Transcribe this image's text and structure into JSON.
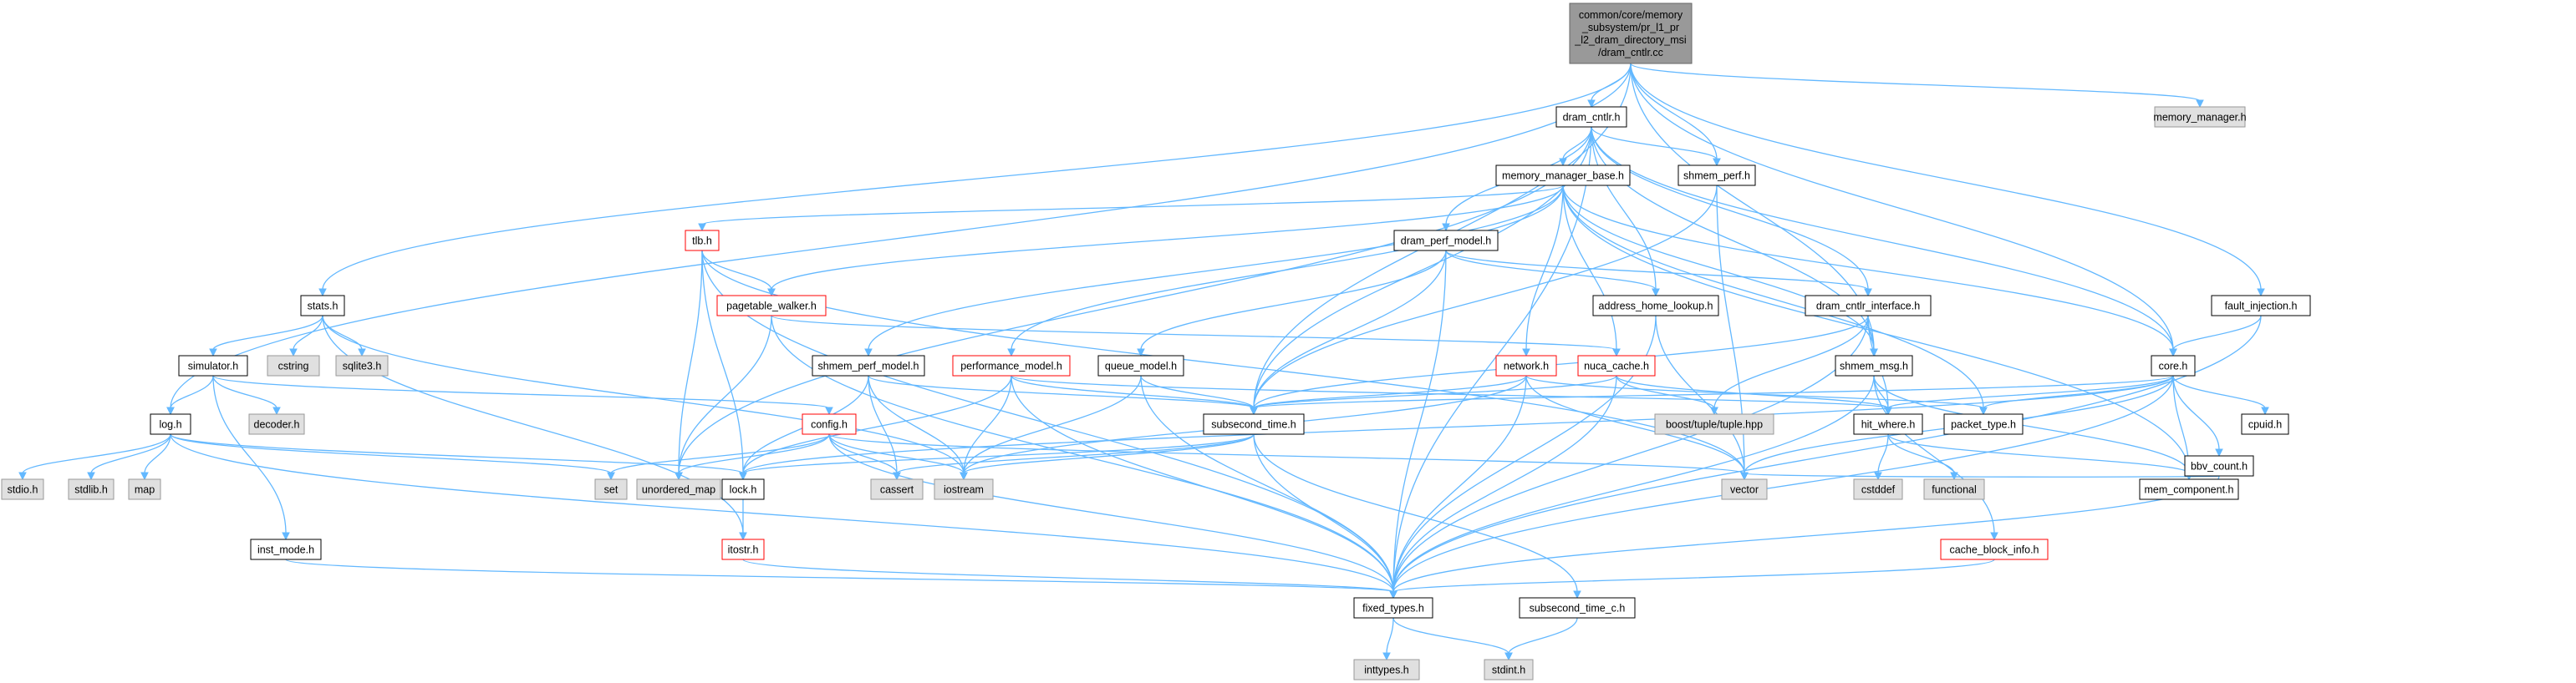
{
  "diagram": {
    "type": "include-dependency-graph",
    "root": "common/core/memory_subsystem/pr_l1_pr_l2_dram_directory_msi/dram_cntlr.cc",
    "colors": {
      "root_fill": "#999999",
      "node_fill": "#ffffff",
      "node_border": "#000000",
      "truncated_border": "#ff0000",
      "external_fill": "#e0e0e0",
      "external_border": "#999999",
      "edge": "#63b8ff"
    },
    "nodes": [
      {
        "id": "root",
        "lines": [
          "common/core/memory",
          "_subsystem/pr_l1_pr",
          "_l2_dram_directory_msi",
          "/dram_cntlr.cc"
        ],
        "kind": "root"
      },
      {
        "id": "dram_cntlr_h",
        "lines": [
          "dram_cntlr.h"
        ],
        "kind": "normal"
      },
      {
        "id": "memory_manager_h",
        "lines": [
          "memory_manager.h"
        ],
        "kind": "external"
      },
      {
        "id": "memory_manager_base_h",
        "lines": [
          "memory_manager_base.h"
        ],
        "kind": "normal"
      },
      {
        "id": "shmem_perf_h",
        "lines": [
          "shmem_perf.h"
        ],
        "kind": "normal"
      },
      {
        "id": "tlb_h",
        "lines": [
          "tlb.h"
        ],
        "kind": "truncated"
      },
      {
        "id": "dram_perf_model_h",
        "lines": [
          "dram_perf_model.h"
        ],
        "kind": "normal"
      },
      {
        "id": "stats_h",
        "lines": [
          "stats.h"
        ],
        "kind": "normal"
      },
      {
        "id": "pagetable_walker_h",
        "lines": [
          "pagetable_walker.h"
        ],
        "kind": "truncated"
      },
      {
        "id": "address_home_lookup_h",
        "lines": [
          "address_home_lookup.h"
        ],
        "kind": "normal"
      },
      {
        "id": "dram_cntlr_interface_h",
        "lines": [
          "dram_cntlr_interface.h"
        ],
        "kind": "normal"
      },
      {
        "id": "fault_injection_h",
        "lines": [
          "fault_injection.h"
        ],
        "kind": "normal"
      },
      {
        "id": "simulator_h",
        "lines": [
          "simulator.h"
        ],
        "kind": "normal"
      },
      {
        "id": "cstring",
        "lines": [
          "cstring"
        ],
        "kind": "external"
      },
      {
        "id": "sqlite3_h",
        "lines": [
          "sqlite3.h"
        ],
        "kind": "external"
      },
      {
        "id": "shmem_perf_model_h",
        "lines": [
          "shmem_perf_model.h"
        ],
        "kind": "normal"
      },
      {
        "id": "performance_model_h",
        "lines": [
          "performance_model.h"
        ],
        "kind": "truncated"
      },
      {
        "id": "queue_model_h",
        "lines": [
          "queue_model.h"
        ],
        "kind": "normal"
      },
      {
        "id": "network_h",
        "lines": [
          "network.h"
        ],
        "kind": "truncated"
      },
      {
        "id": "nuca_cache_h",
        "lines": [
          "nuca_cache.h"
        ],
        "kind": "truncated"
      },
      {
        "id": "shmem_msg_h",
        "lines": [
          "shmem_msg.h"
        ],
        "kind": "normal"
      },
      {
        "id": "core_h",
        "lines": [
          "core.h"
        ],
        "kind": "normal"
      },
      {
        "id": "decoder_h",
        "lines": [
          "decoder.h"
        ],
        "kind": "external"
      },
      {
        "id": "log_h",
        "lines": [
          "log.h"
        ],
        "kind": "normal"
      },
      {
        "id": "config_h",
        "lines": [
          "config.h"
        ],
        "kind": "truncated"
      },
      {
        "id": "subsecond_time_h",
        "lines": [
          "subsecond_time.h"
        ],
        "kind": "normal"
      },
      {
        "id": "boost_tuple",
        "lines": [
          "boost/tuple/tuple.hpp"
        ],
        "kind": "external"
      },
      {
        "id": "hit_where_h",
        "lines": [
          "hit_where.h"
        ],
        "kind": "normal"
      },
      {
        "id": "packet_type_h",
        "lines": [
          "packet_type.h"
        ],
        "kind": "normal"
      },
      {
        "id": "cpuid_h",
        "lines": [
          "cpuid.h"
        ],
        "kind": "normal"
      },
      {
        "id": "bbv_count_h",
        "lines": [
          "bbv_count.h"
        ],
        "kind": "normal"
      },
      {
        "id": "stdio_h",
        "lines": [
          "stdio.h"
        ],
        "kind": "external"
      },
      {
        "id": "stdlib_h",
        "lines": [
          "stdlib.h"
        ],
        "kind": "external"
      },
      {
        "id": "map",
        "lines": [
          "map"
        ],
        "kind": "external"
      },
      {
        "id": "set",
        "lines": [
          "set"
        ],
        "kind": "external"
      },
      {
        "id": "unordered_map",
        "lines": [
          "unordered_map"
        ],
        "kind": "external"
      },
      {
        "id": "lock_h",
        "lines": [
          "lock.h"
        ],
        "kind": "normal"
      },
      {
        "id": "cassert",
        "lines": [
          "cassert"
        ],
        "kind": "external"
      },
      {
        "id": "iostream",
        "lines": [
          "iostream"
        ],
        "kind": "external"
      },
      {
        "id": "vector",
        "lines": [
          "vector"
        ],
        "kind": "external"
      },
      {
        "id": "cstddef",
        "lines": [
          "cstddef"
        ],
        "kind": "external"
      },
      {
        "id": "functional",
        "lines": [
          "functional"
        ],
        "kind": "external"
      },
      {
        "id": "mem_component_h",
        "lines": [
          "mem_component.h"
        ],
        "kind": "normal"
      },
      {
        "id": "inst_mode_h",
        "lines": [
          "inst_mode.h"
        ],
        "kind": "normal"
      },
      {
        "id": "itostr_h",
        "lines": [
          "itostr.h"
        ],
        "kind": "truncated"
      },
      {
        "id": "cache_block_info_h",
        "lines": [
          "cache_block_info.h"
        ],
        "kind": "truncated"
      },
      {
        "id": "fixed_types_h",
        "lines": [
          "fixed_types.h"
        ],
        "kind": "normal"
      },
      {
        "id": "subsecond_time_c_h",
        "lines": [
          "subsecond_time_c.h"
        ],
        "kind": "normal"
      },
      {
        "id": "inttypes_h",
        "lines": [
          "inttypes.h"
        ],
        "kind": "external"
      },
      {
        "id": "stdint_h",
        "lines": [
          "stdint.h"
        ],
        "kind": "external"
      }
    ],
    "edges": [
      [
        "root",
        "dram_cntlr_h"
      ],
      [
        "root",
        "memory_manager_h"
      ],
      [
        "root",
        "shmem_perf_h"
      ],
      [
        "root",
        "stats_h"
      ],
      [
        "root",
        "log_h"
      ],
      [
        "root",
        "subsecond_time_h"
      ],
      [
        "root",
        "core_h"
      ],
      [
        "root",
        "fault_injection_h"
      ],
      [
        "root",
        "shmem_msg_h"
      ],
      [
        "dram_cntlr_h",
        "memory_manager_base_h"
      ],
      [
        "dram_cntlr_h",
        "shmem_perf_h"
      ],
      [
        "dram_cntlr_h",
        "dram_perf_model_h"
      ],
      [
        "dram_cntlr_h",
        "address_home_lookup_h"
      ],
      [
        "dram_cntlr_h",
        "dram_cntlr_interface_h"
      ],
      [
        "dram_cntlr_h",
        "shmem_msg_h"
      ],
      [
        "dram_cntlr_h",
        "subsecond_time_h"
      ],
      [
        "dram_cntlr_h",
        "unordered_map"
      ],
      [
        "dram_cntlr_h",
        "fixed_types_h"
      ],
      [
        "dram_cntlr_h",
        "core_h"
      ],
      [
        "memory_manager_base_h",
        "tlb_h"
      ],
      [
        "memory_manager_base_h",
        "pagetable_walker_h"
      ],
      [
        "memory_manager_base_h",
        "shmem_perf_model_h"
      ],
      [
        "memory_manager_base_h",
        "performance_model_h"
      ],
      [
        "memory_manager_base_h",
        "network_h"
      ],
      [
        "memory_manager_base_h",
        "nuca_cache_h"
      ],
      [
        "memory_manager_base_h",
        "shmem_msg_h"
      ],
      [
        "memory_manager_base_h",
        "core_h"
      ],
      [
        "memory_manager_base_h",
        "mem_component_h"
      ],
      [
        "memory_manager_base_h",
        "packet_type_h"
      ],
      [
        "shmem_perf_h",
        "subsecond_time_h"
      ],
      [
        "shmem_perf_h",
        "vector"
      ],
      [
        "tlb_h",
        "pagetable_walker_h"
      ],
      [
        "tlb_h",
        "lock_h"
      ],
      [
        "tlb_h",
        "unordered_map"
      ],
      [
        "tlb_h",
        "fixed_types_h"
      ],
      [
        "tlb_h",
        "vector"
      ],
      [
        "pagetable_walker_h",
        "nuca_cache_h"
      ],
      [
        "pagetable_walker_h",
        "unordered_map"
      ],
      [
        "pagetable_walker_h",
        "fixed_types_h"
      ],
      [
        "dram_perf_model_h",
        "queue_model_h"
      ],
      [
        "dram_perf_model_h",
        "address_home_lookup_h"
      ],
      [
        "dram_perf_model_h",
        "dram_cntlr_interface_h"
      ],
      [
        "dram_perf_model_h",
        "subsecond_time_h"
      ],
      [
        "dram_perf_model_h",
        "fixed_types_h"
      ],
      [
        "address_home_lookup_h",
        "vector"
      ],
      [
        "address_home_lookup_h",
        "fixed_types_h"
      ],
      [
        "dram_cntlr_interface_h",
        "shmem_msg_h"
      ],
      [
        "dram_cntlr_interface_h",
        "hit_where_h"
      ],
      [
        "dram_cntlr_interface_h",
        "boost_tuple"
      ],
      [
        "dram_cntlr_interface_h",
        "subsecond_time_h"
      ],
      [
        "dram_cntlr_interface_h",
        "fixed_types_h"
      ],
      [
        "fault_injection_h",
        "core_h"
      ],
      [
        "fault_injection_h",
        "fixed_types_h"
      ],
      [
        "stats_h",
        "simulator_h"
      ],
      [
        "stats_h",
        "cstring"
      ],
      [
        "stats_h",
        "sqlite3_h"
      ],
      [
        "stats_h",
        "itostr_h"
      ],
      [
        "stats_h",
        "iostream"
      ],
      [
        "simulator_h",
        "log_h"
      ],
      [
        "simulator_h",
        "decoder_h"
      ],
      [
        "simulator_h",
        "config_h"
      ],
      [
        "simulator_h",
        "inst_mode_h"
      ],
      [
        "shmem_perf_model_h",
        "subsecond_time_h"
      ],
      [
        "shmem_perf_model_h",
        "lock_h"
      ],
      [
        "shmem_perf_model_h",
        "cassert"
      ],
      [
        "shmem_perf_model_h",
        "iostream"
      ],
      [
        "performance_model_h",
        "subsecond_time_h"
      ],
      [
        "performance_model_h",
        "lock_h"
      ],
      [
        "performance_model_h",
        "iostream"
      ],
      [
        "performance_model_h",
        "fixed_types_h"
      ],
      [
        "performance_model_h",
        "hit_where_h"
      ],
      [
        "queue_model_h",
        "subsecond_time_h"
      ],
      [
        "queue_model_h",
        "iostream"
      ],
      [
        "queue_model_h",
        "fixed_types_h"
      ],
      [
        "network_h",
        "subsecond_time_h"
      ],
      [
        "network_h",
        "packet_type_h"
      ],
      [
        "network_h",
        "vector"
      ],
      [
        "network_h",
        "iostream"
      ],
      [
        "network_h",
        "fixed_types_h"
      ],
      [
        "nuca_cache_h",
        "subsecond_time_h"
      ],
      [
        "nuca_cache_h",
        "boost_tuple"
      ],
      [
        "nuca_cache_h",
        "hit_where_h"
      ],
      [
        "nuca_cache_h",
        "fixed_types_h"
      ],
      [
        "shmem_msg_h",
        "hit_where_h"
      ],
      [
        "shmem_msg_h",
        "cache_block_info_h"
      ],
      [
        "shmem_msg_h",
        "mem_component_h"
      ],
      [
        "shmem_msg_h",
        "fixed_types_h"
      ],
      [
        "core_h",
        "subsecond_time_h"
      ],
      [
        "core_h",
        "hit_where_h"
      ],
      [
        "core_h",
        "packet_type_h"
      ],
      [
        "core_h",
        "cpuid_h"
      ],
      [
        "core_h",
        "bbv_count_h"
      ],
      [
        "core_h",
        "mem_component_h"
      ],
      [
        "core_h",
        "lock_h"
      ],
      [
        "core_h",
        "vector"
      ],
      [
        "core_h",
        "fixed_types_h"
      ],
      [
        "log_h",
        "stdio_h"
      ],
      [
        "log_h",
        "stdlib_h"
      ],
      [
        "log_h",
        "map"
      ],
      [
        "log_h",
        "set"
      ],
      [
        "log_h",
        "lock_h"
      ],
      [
        "log_h",
        "fixed_types_h"
      ],
      [
        "config_h",
        "set"
      ],
      [
        "config_h",
        "unordered_map"
      ],
      [
        "config_h",
        "cassert"
      ],
      [
        "config_h",
        "iostream"
      ],
      [
        "config_h",
        "vector"
      ],
      [
        "config_h",
        "fixed_types_h"
      ],
      [
        "subsecond_time_h",
        "lock_h"
      ],
      [
        "subsecond_time_h",
        "cassert"
      ],
      [
        "subsecond_time_h",
        "iostream"
      ],
      [
        "subsecond_time_h",
        "fixed_types_h"
      ],
      [
        "subsecond_time_h",
        "subsecond_time_c_h"
      ],
      [
        "hit_where_h",
        "cstddef"
      ],
      [
        "hit_where_h",
        "functional"
      ],
      [
        "hit_where_h",
        "mem_component_h"
      ],
      [
        "bbv_count_h",
        "vector"
      ],
      [
        "bbv_count_h",
        "fixed_types_h"
      ],
      [
        "lock_h",
        "itostr_h"
      ],
      [
        "itostr_h",
        "fixed_types_h"
      ],
      [
        "inst_mode_h",
        "fixed_types_h"
      ],
      [
        "cache_block_info_h",
        "fixed_types_h"
      ],
      [
        "fixed_types_h",
        "inttypes_h"
      ],
      [
        "fixed_types_h",
        "stdint_h"
      ],
      [
        "subsecond_time_c_h",
        "stdint_h"
      ]
    ]
  }
}
